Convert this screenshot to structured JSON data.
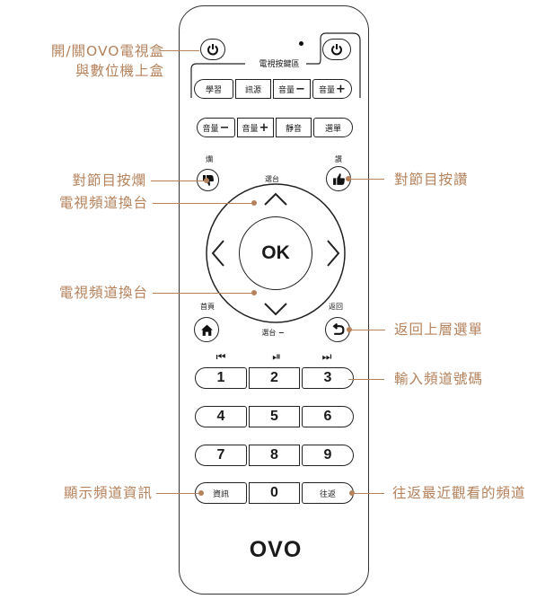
{
  "callouts": {
    "power_line1": "開/關OVO電視盒",
    "power_line2": "與數位機上盒",
    "dislike": "對節目按爛",
    "like": "對節目按讚",
    "channel_up": "電視頻道換台",
    "channel_down": "電視頻道換台",
    "back_menu": "返回上層選單",
    "input_number": "輸入頻道號碼",
    "info": "顯示頻道資訊",
    "recent": "往返最近觀看的頻道"
  },
  "remote": {
    "tv_zone_label": "電視按鍵區",
    "tv_row": [
      "學習",
      "訊源",
      "音量",
      "音量"
    ],
    "row2": [
      "音量",
      "音量",
      "靜音",
      "選單"
    ],
    "dislike_caption": "爛",
    "like_caption": "讚",
    "ch_up_caption": "選台",
    "ch_down_caption": "選台",
    "ok_label": "OK",
    "home_caption": "首頁",
    "back_caption": "返回",
    "media": [
      "⏮",
      "⏯",
      "⏭"
    ],
    "keys": [
      "1",
      "2",
      "3",
      "4",
      "5",
      "6",
      "7",
      "8",
      "9"
    ],
    "info_key": "資訊",
    "zero_key": "0",
    "recall_key": "往返",
    "brand": "OVO"
  },
  "colors": {
    "callout": "#b5825c",
    "outline": "#222222"
  }
}
